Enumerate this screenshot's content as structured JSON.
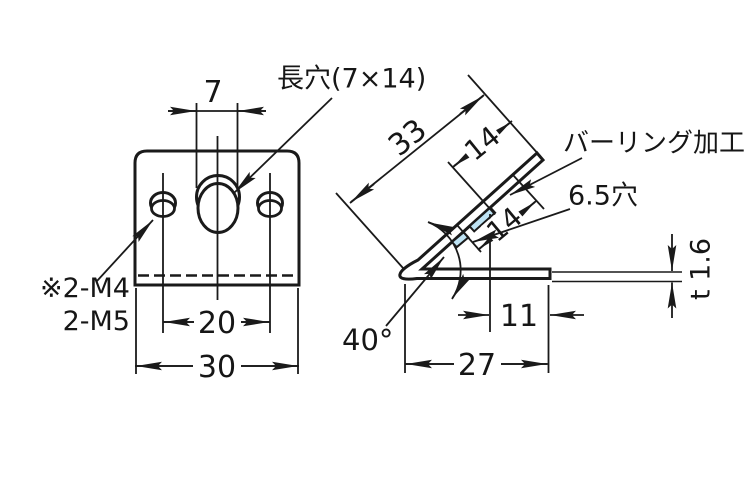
{
  "drawing_title": "angle-bracket-technical-drawing",
  "colors": {
    "background": "#ffffff",
    "part_fill": "#bee3f4",
    "line": "#1a1a1a"
  },
  "front_view": {
    "dim_slot_width": "7",
    "slot_label": "長穴(7×14)",
    "thread_label_line1": "※2-M4",
    "thread_label_line2": "2-M5",
    "dim_hole_spacing": "20",
    "dim_overall_width": "30"
  },
  "side_view": {
    "dim_flange_length": "33",
    "dim_slot_from_top": "14",
    "dim_slot_length": "14",
    "burring_label": "バーリング加工",
    "hole_label": "6.5穴",
    "dim_bend_angle": "40°",
    "dim_hole_from_edge": "11",
    "dim_base_length": "27",
    "thickness_label": "t 1.6"
  }
}
